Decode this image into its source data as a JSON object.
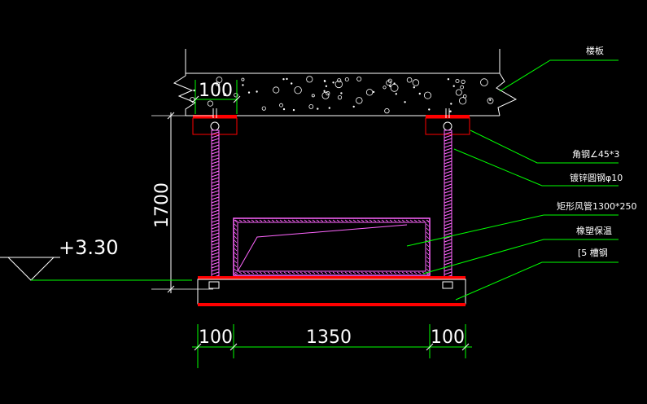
{
  "dimensions": {
    "top_left_width": "100",
    "height": "1700",
    "bottom_left": "100",
    "bottom_middle": "1350",
    "bottom_right": "100"
  },
  "elevation": "+3.30",
  "labels": {
    "slab": "楼板",
    "angle_steel": "角钢∠45*3",
    "threaded_rod": "镀锌圆钢φ10",
    "duct": "矩形风管1300*250",
    "insulation": "橡塑保温",
    "channel": "[5  槽钢"
  },
  "colors": {
    "background": "#000000",
    "structure": "#ffffff",
    "steel": "#ff0000",
    "rod": "#ff66ff",
    "dimension": "#00ff00",
    "leader": "#00ff00"
  }
}
